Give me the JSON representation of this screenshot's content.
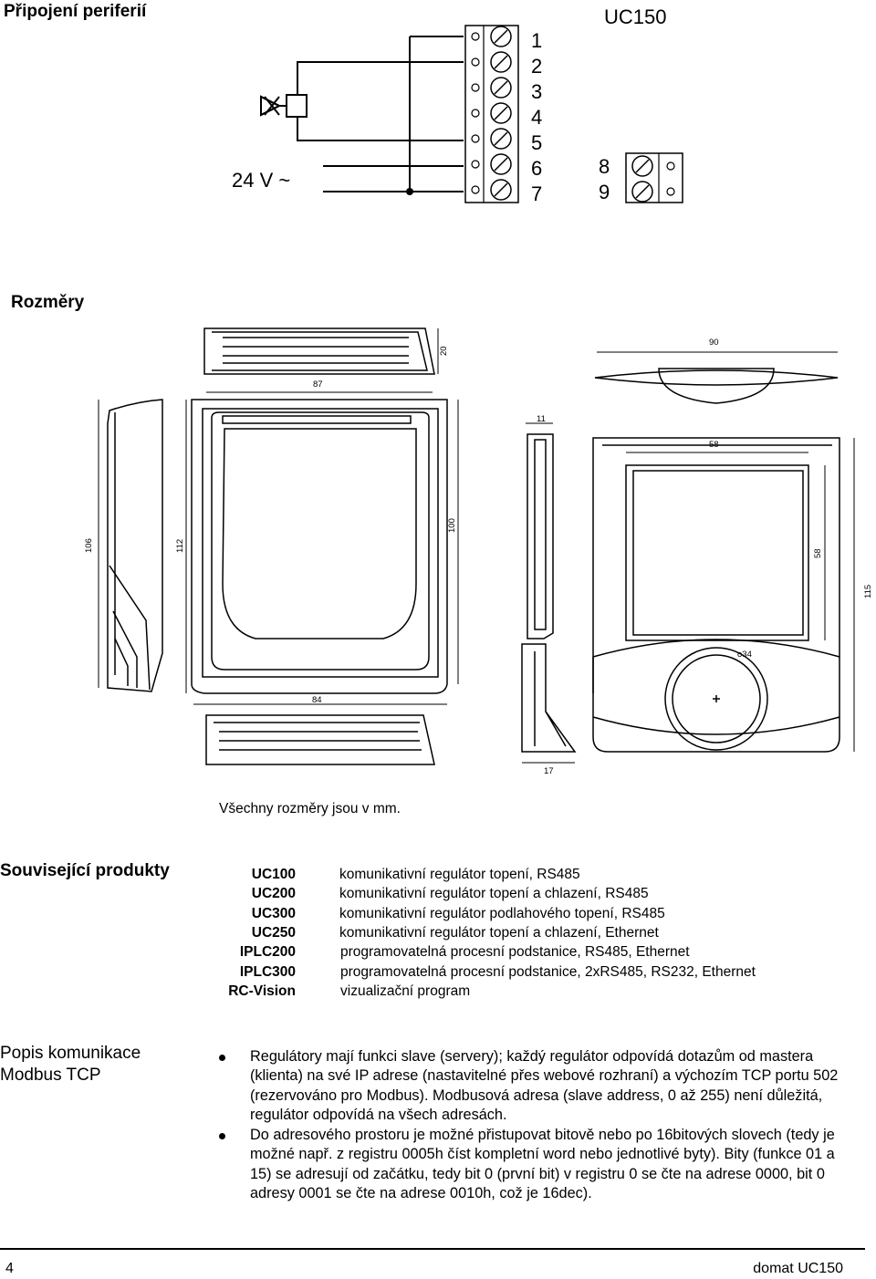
{
  "sections": {
    "peripherals_title": "Připojení periferií",
    "dimensions_title": "Rozměry",
    "related_title": "Související produkty",
    "modbus_title_line1": "Popis komunikace",
    "modbus_title_line2": "Modbus TCP"
  },
  "wiring": {
    "device_label": "UC150",
    "voltage_label": "24 V ~",
    "terminals_left": [
      "1",
      "2",
      "3",
      "4",
      "5",
      "6",
      "7"
    ],
    "terminals_right": [
      "8",
      "9"
    ]
  },
  "dimensions": {
    "labels": [
      "20",
      "87",
      "106",
      "112",
      "100",
      "84",
      "11",
      "90",
      "58",
      "58",
      "115",
      "o34",
      "17"
    ],
    "note": "Všechny rozměry jsou v mm."
  },
  "related_products": [
    {
      "code": "UC100",
      "desc": "komunikativní regulátor topení, RS485"
    },
    {
      "code": "UC200",
      "desc": "komunikativní regulátor topení a chlazení, RS485"
    },
    {
      "code": "UC300",
      "desc": "komunikativní regulátor podlahového topení, RS485"
    },
    {
      "code": "UC250",
      "desc": "komunikativní regulátor topení a chlazení, Ethernet"
    },
    {
      "code": "IPLC200",
      "desc": "programovatelná procesní podstanice, RS485, Ethernet"
    },
    {
      "code": "IPLC300",
      "desc": "programovatelná procesní podstanice, 2xRS485, RS232, Ethernet"
    },
    {
      "code": "RC-Vision",
      "desc": "vizualizační program"
    }
  ],
  "modbus_bullets": [
    "Regulátory mají funkci slave (servery); každý regulátor odpovídá dotazům od mastera (klienta) na své IP adrese (nastavitelné přes webové rozhraní) a výchozím TCP portu 502 (rezervováno pro Modbus). Modbusová adresa (slave address, 0 až 255) není důležitá, regulátor odpovídá na všech adresách.",
    "Do adresového prostoru je možné přistupovat bitově nebo po 16bitových slovech (tedy je možné např. z registru 0005h číst kompletní word nebo jednotlivé byty). Bity (funkce 01 a 15) se adresují od začátku, tedy bit 0 (první bit) v registru 0 se čte na adrese 0000, bit 0 adresy 0001 se čte na adrese 0010h, což je 16dec)."
  ],
  "footer": {
    "page_number": "4",
    "doc_name": "domat UC150"
  }
}
